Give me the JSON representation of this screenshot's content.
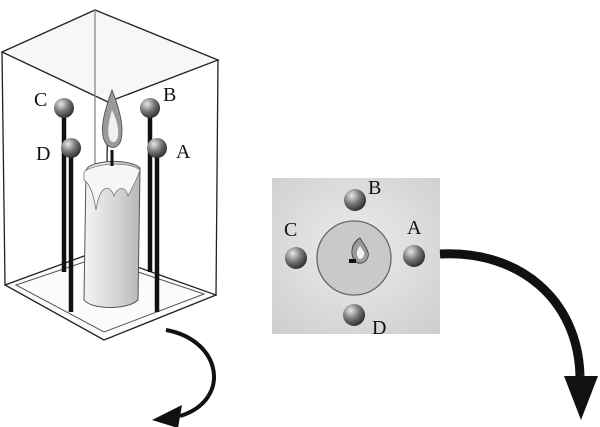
{
  "perspective_view": {
    "labels": {
      "a": "A",
      "b": "B",
      "c": "C",
      "d": "D"
    }
  },
  "top_view": {
    "labels": {
      "a": "A",
      "b": "B",
      "c": "C",
      "d": "D"
    }
  },
  "colors": {
    "ink": "#111111",
    "panel": "#dcdcdc",
    "candle": "#d8d8d8",
    "flame": "#888888"
  }
}
